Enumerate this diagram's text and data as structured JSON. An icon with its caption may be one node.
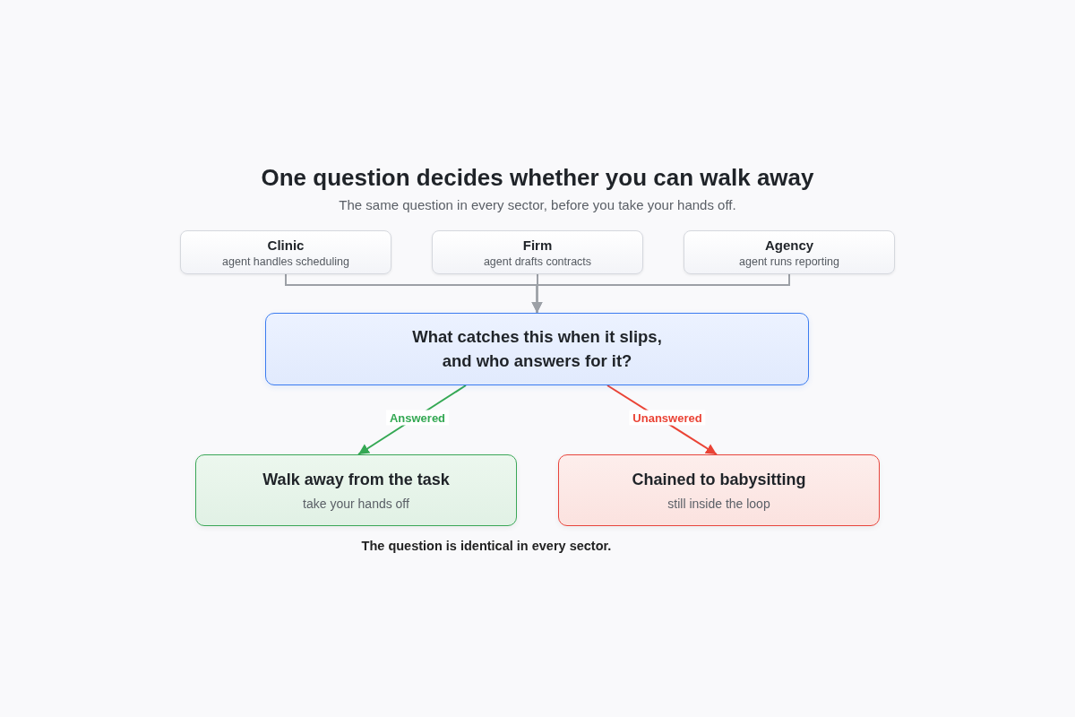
{
  "diagram": {
    "title": "One question decides whether you can walk away",
    "caption": "The question is identical in every sector.",
    "nodes": [
      {
        "text": [
          "Clinic",
          "agent handles scheduling"
        ]
      },
      {
        "text": [
          "Firm",
          "agent drafts contracts"
        ]
      },
      {
        "text": [
          "Agency",
          "agent runs reporting"
        ]
      },
      {
        "text": [
          "What catches this when it slips, and who answers for it?"
        ]
      },
      {
        "text": [
          "Walk away from the task",
          "take your hands off"
        ]
      },
      {
        "text": [
          "Chained to babysitting",
          "still inside the loop"
        ]
      }
    ],
    "edges": [
      {
        "from": 0,
        "to": 3,
        "arrow": "to"
      },
      {
        "from": 1,
        "to": 3,
        "arrow": "to"
      },
      {
        "from": 2,
        "to": 3,
        "arrow": "to"
      },
      {
        "from": 3,
        "to": 4,
        "arrow": "to",
        "label": "Answered",
        "color": "#34a853"
      },
      {
        "from": 3,
        "to": 5,
        "arrow": "to",
        "label": "Unanswered",
        "color": "#ea4335"
      }
    ],
    "labels": [
      "The same question in every sector, before you take your hands off."
    ]
  }
}
